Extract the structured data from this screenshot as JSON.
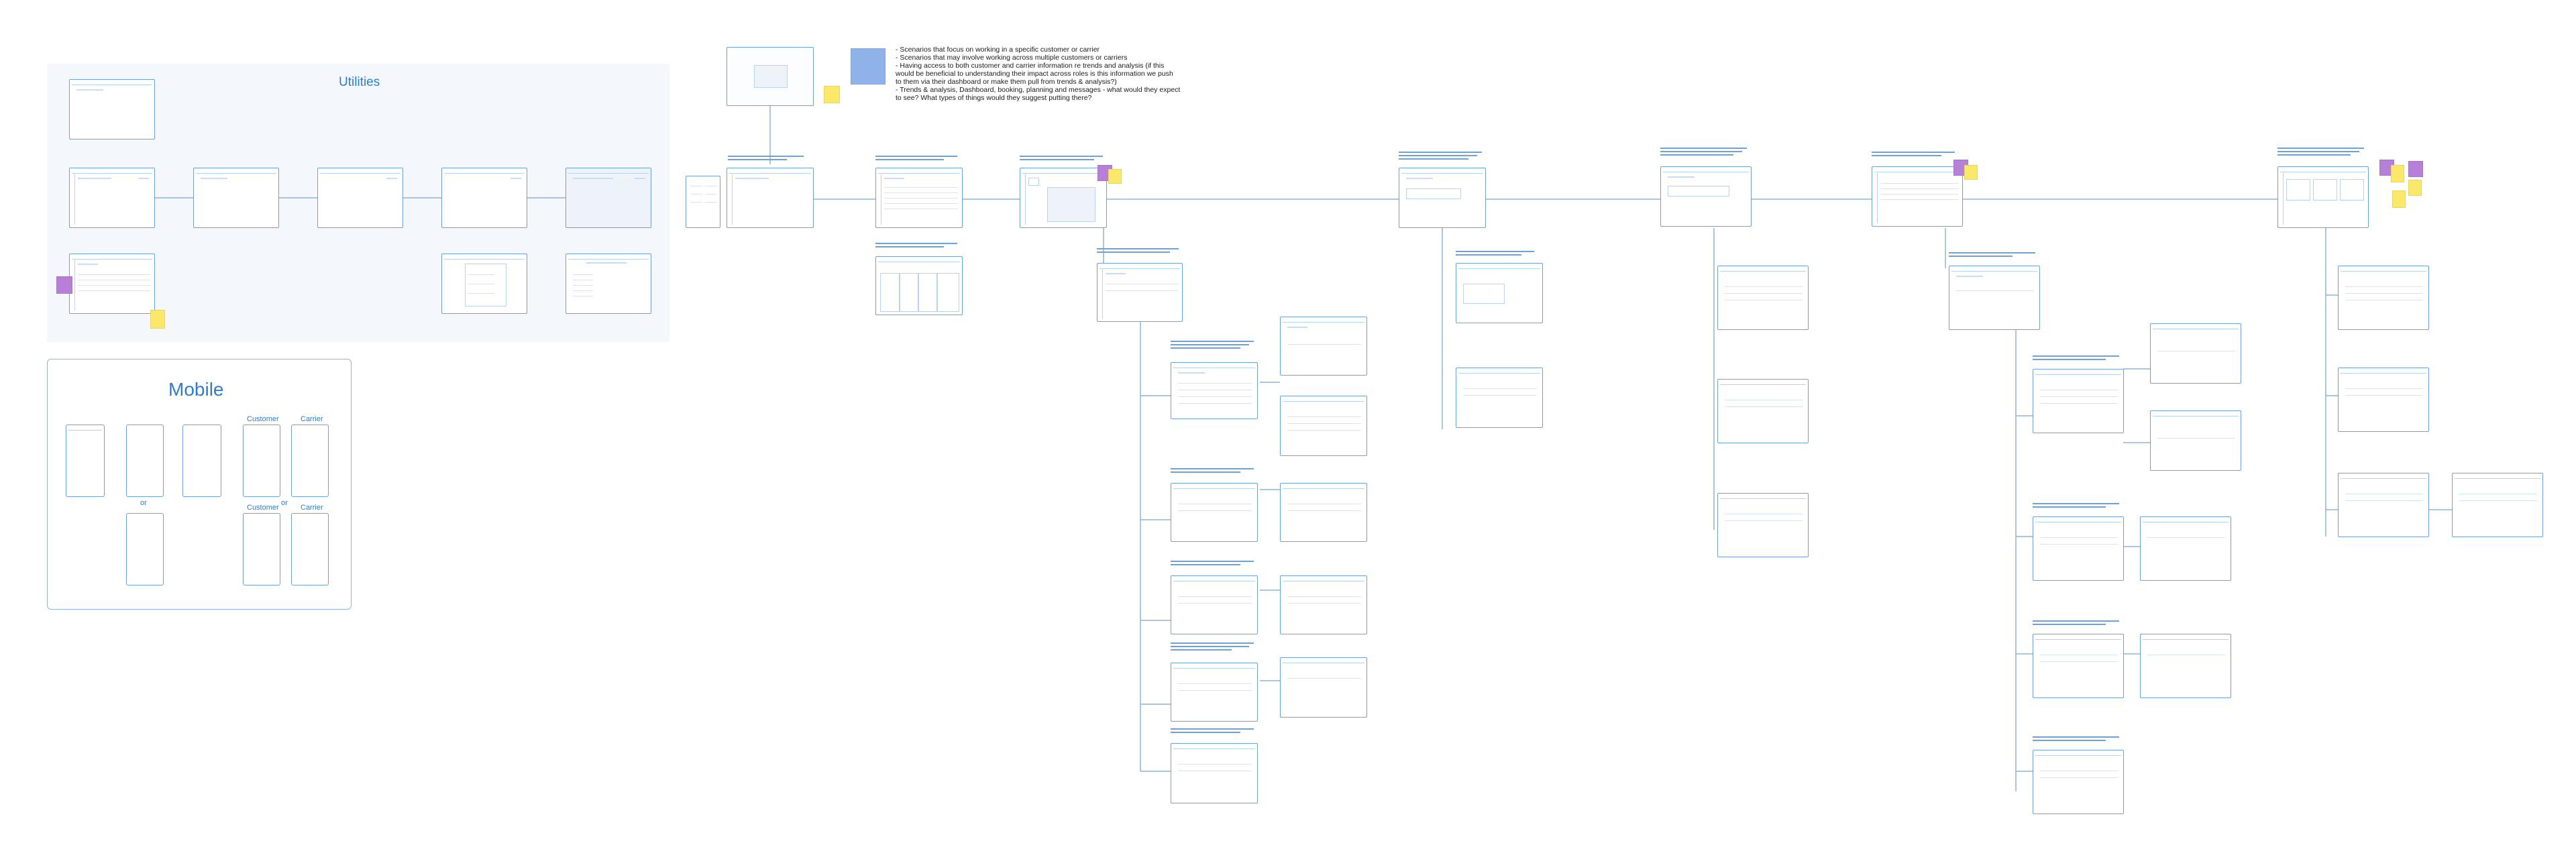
{
  "sections": {
    "utilities_title": "Utilities",
    "mobile_title": "Mobile"
  },
  "notes": [
    "- Scenarios that focus on working in a specific customer or carrier",
    "- Scenarios that may involve working across multiple customers or carriers",
    "- Having access to both customer and carrier information re trends and analysis (if this",
    "  would be beneficial to understanding their impact across roles is this information we push",
    "  to them via their dashboard or make them pull from trends & analysis?)",
    "- Trends & analysis, Dashboard, booking, planning and messages - what would they expect",
    "  to see? What types of things would they suggest putting there?"
  ],
  "mobile": {
    "customer_label": "Customer",
    "carrier_label": "Carrier",
    "or_label": "or"
  },
  "colors": {
    "frame_stroke": "#6fa0d6",
    "panel_fill": "#f4f8fc",
    "title_blue": "#2e7bd0",
    "sticky_yellow": "#fbe86b",
    "sticky_purple": "#b77fd8",
    "sticky_blue": "#8fb3e8"
  }
}
